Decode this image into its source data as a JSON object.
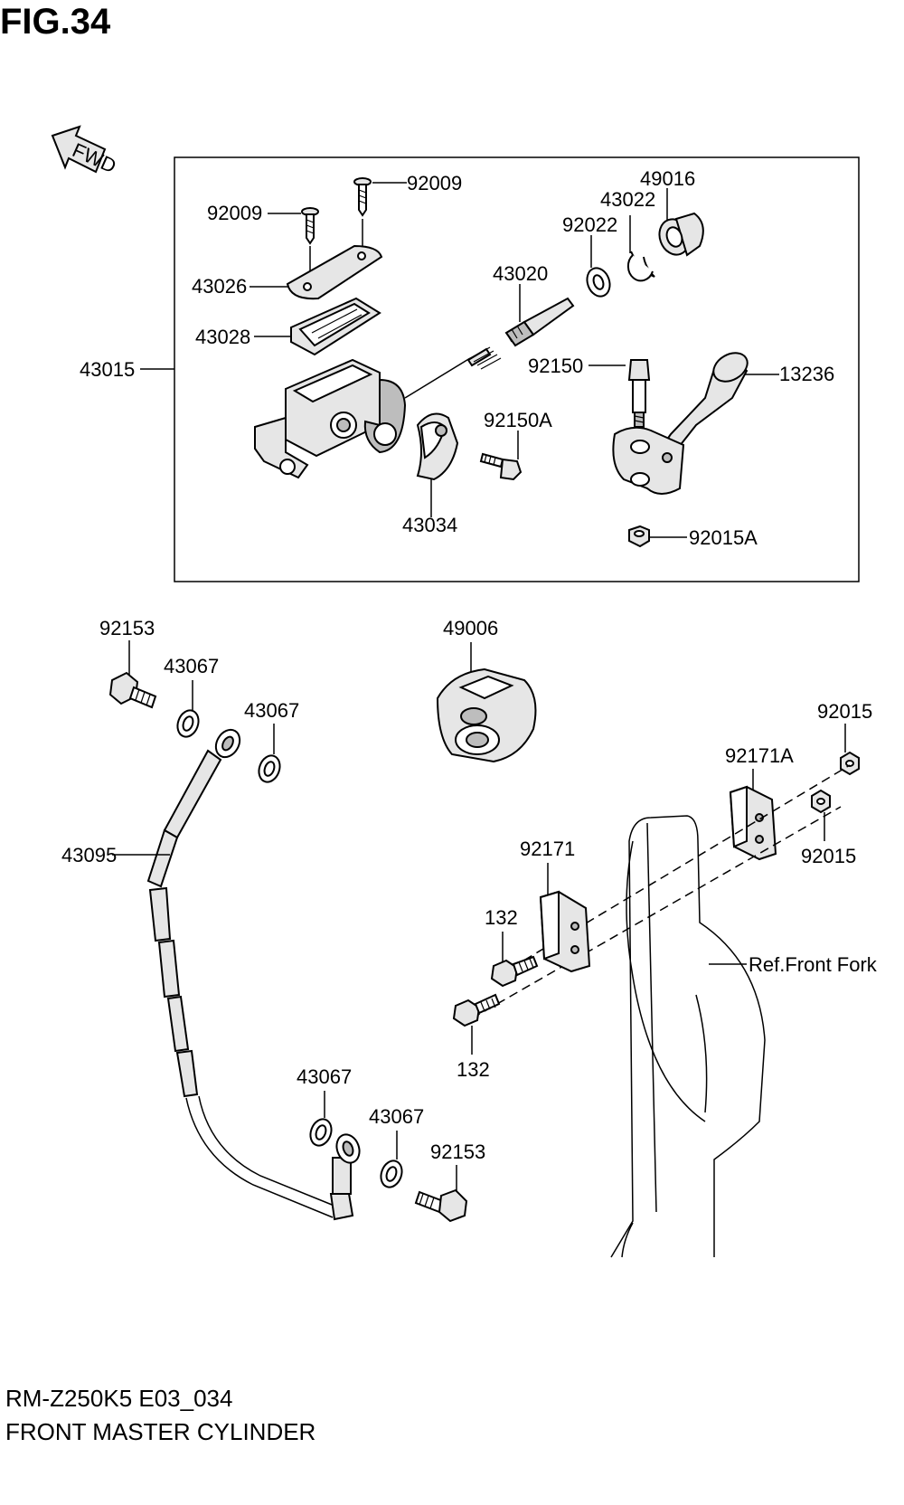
{
  "figure": {
    "title": "FIG.34",
    "model_code": "RM-Z250K5 E03_034",
    "name": "FRONT MASTER CYLINDER"
  },
  "fwd_label": "FWD",
  "labels": {
    "p43015": "43015",
    "p92009a": "92009",
    "p92009b": "92009",
    "p43026": "43026",
    "p43028": "43028",
    "p43020": "43020",
    "p92022": "92022",
    "p43022": "43022",
    "p49016": "49016",
    "p92150": "92150",
    "p13236": "13236",
    "p92150A": "92150A",
    "p43034": "43034",
    "p92015A": "92015A",
    "p92153a": "92153",
    "p43067a": "43067",
    "p43067b": "43067",
    "p43095": "43095",
    "p43067c": "43067",
    "p43067d": "43067",
    "p92153b": "92153",
    "p49006": "49006",
    "p92015a": "92015",
    "p92171A": "92171A",
    "p92015b": "92015",
    "p92171": "92171",
    "p132a": "132",
    "p132b": "132",
    "ref_front_fork": "Ref.Front Fork"
  }
}
